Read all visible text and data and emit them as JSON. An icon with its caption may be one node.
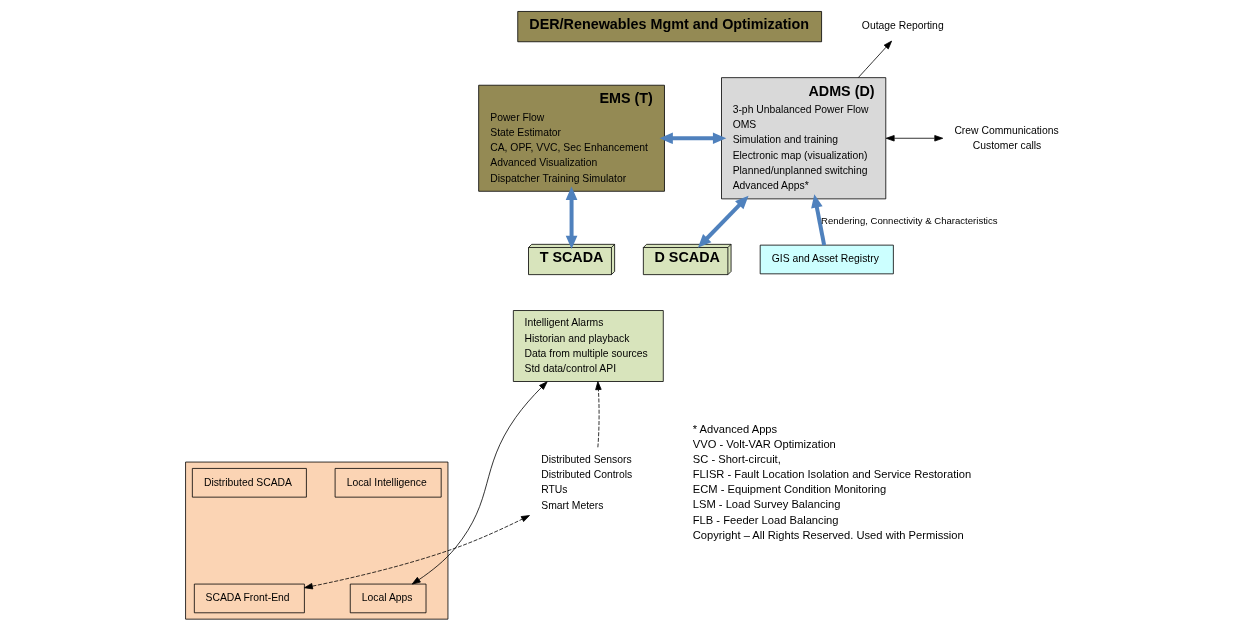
{
  "diagram": {
    "nodes": [
      {
        "text": [
          "EMS (T)",
          "Power Flow",
          "State Estimator",
          "CA, OPF, VVC, Sec Enhancement",
          "Advanced Visualization",
          "Dispatcher Training Simulator"
        ]
      },
      {
        "text": [
          "DER/Renewables Mgmt and Optimization"
        ]
      },
      {
        "text": [
          "ADMS (D)",
          "3-ph Unbalanced Power Flow",
          "OMS",
          "Simulation and training",
          "Electronic map (visualization)",
          "Planned/unplanned switching",
          "Advanced Apps*"
        ]
      },
      {
        "text": [
          "Outage Reporting"
        ]
      },
      {
        "text": [
          "Crew Communications",
          "Customer calls"
        ]
      },
      {
        "text": [
          "T SCADA"
        ]
      },
      {
        "text": [
          "D SCADA"
        ]
      },
      {
        "text": [
          "Intelligent Alarms",
          "Historian and playback",
          "Data from multiple sources",
          "Std data/control API"
        ]
      },
      {
        "text": [],
        "shape": "box"
      },
      {
        "text": [
          "Local Intelligence"
        ],
        "in": 8
      },
      {
        "text": [
          "Distributed SCADA"
        ],
        "in": 8
      },
      {
        "text": [
          "Local Apps"
        ],
        "in": 8
      },
      {
        "text": [
          "SCADA Front-End"
        ],
        "in": 8
      },
      {
        "text": [
          "Distributed Sensors",
          "Distributed Controls",
          "RTUs",
          "Smart Meters"
        ]
      },
      {
        "text": [
          "GIS and Asset Registry"
        ]
      }
    ],
    "edges": [
      {
        "from": 0,
        "to": 2,
        "arrow": "both",
        "style": "thick",
        "color": "#4f81bd"
      },
      {
        "from": 0,
        "to": 5,
        "arrow": "both",
        "style": "thick",
        "color": "#4f81bd"
      },
      {
        "from": 6,
        "to": 2,
        "arrow": "both",
        "style": "thick",
        "color": "#4f81bd"
      },
      {
        "from": 2,
        "to": 3,
        "arrow": "to"
      },
      {
        "from": 2,
        "to": 4,
        "arrow": "both"
      },
      {
        "from": 14,
        "to": 2,
        "arrow": "to",
        "label": "Rendering, Connectivity & Characteristics",
        "style": "thick",
        "color": "#4f81bd"
      },
      {
        "from": 7,
        "to": 11,
        "arrow": "both"
      },
      {
        "from": 12,
        "to": 13,
        "arrow": "both",
        "style": "dashed"
      },
      {
        "from": 13,
        "to": 7,
        "arrow": "to",
        "style": "dashed"
      }
    ],
    "labels": [
      "* Advanced Apps",
      "VVO - Volt-VAR Optimization",
      "SC - Short-circuit,",
      "FLISR - Fault Location Isolation and Service Restoration",
      "ECM - Equipment Condition Monitoring",
      "LSM - Load Survey Balancing",
      "FLB - Feeder Load Balancing",
      "Copyright – All Rights Reserved. Used with Permission"
    ]
  }
}
